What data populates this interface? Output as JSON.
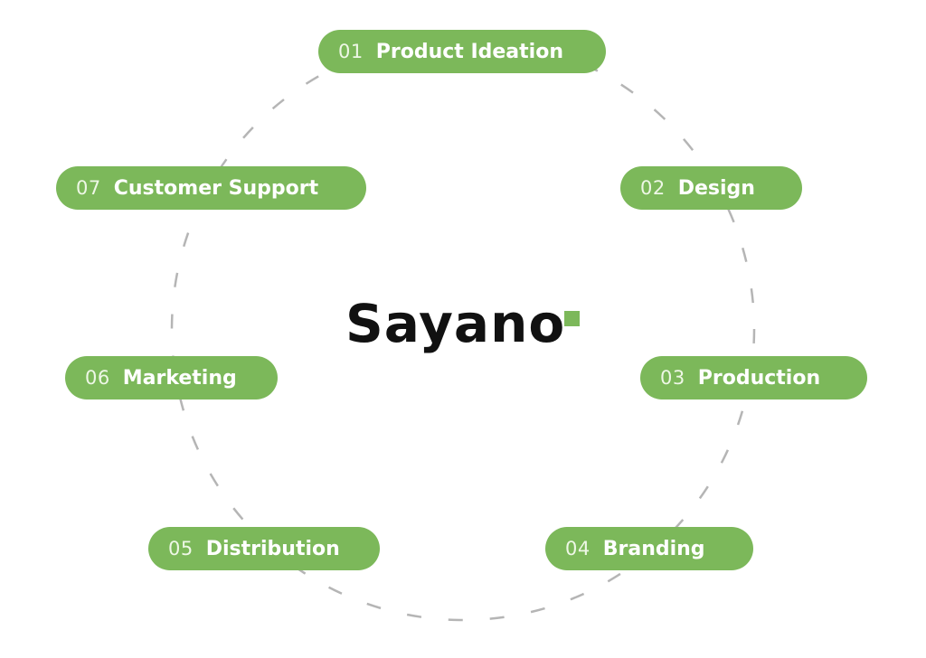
{
  "brand": {
    "name": "Sayano",
    "accent_color": "#7cb85a",
    "text_color": "#111111"
  },
  "ring": {
    "stroke_color": "#b5b5b5",
    "style": "dashed"
  },
  "steps": [
    {
      "number": "01",
      "label": "Product Ideation"
    },
    {
      "number": "02",
      "label": "Design"
    },
    {
      "number": "03",
      "label": "Production"
    },
    {
      "number": "04",
      "label": "Branding"
    },
    {
      "number": "05",
      "label": "Distribution"
    },
    {
      "number": "06",
      "label": "Marketing"
    },
    {
      "number": "07",
      "label": "Customer Support"
    }
  ]
}
